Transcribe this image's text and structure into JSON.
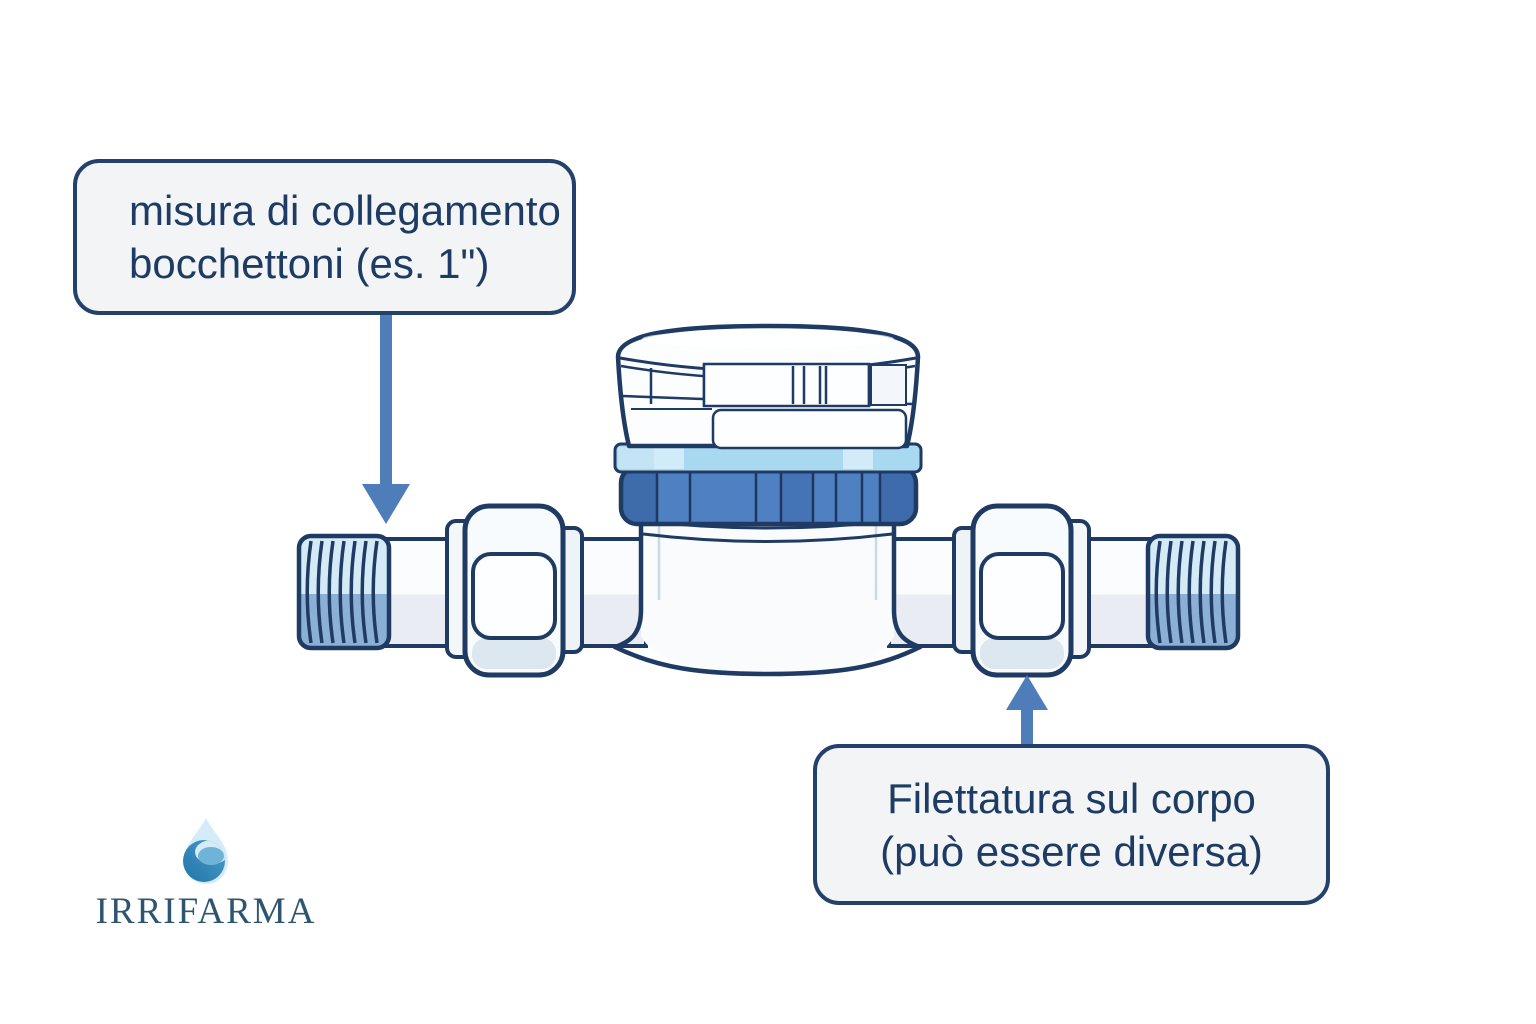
{
  "page": {
    "background": "#ffffff",
    "description": "water meter infographic with two callout labels"
  },
  "callouts": {
    "connection_size": {
      "line1": "misura di collegamento",
      "line2": "bocchettoni (es. 1\")"
    },
    "body_thread": {
      "line1": "Filettatura sul corpo",
      "line2": "(può essere diversa)"
    }
  },
  "logo": {
    "text": "IRRIFARMA",
    "icon": "water-drop-icon"
  },
  "illustration": {
    "subject": "water-meter",
    "parts": [
      "left-male-threaded-fitting",
      "left-pipe-tailpiece",
      "left-union-nut",
      "meter-body",
      "blue-coupling-ring",
      "register-cap",
      "right-union-nut",
      "right-pipe-tailpiece",
      "right-male-threaded-fitting"
    ],
    "annotations": [
      "down-arrow-icon",
      "up-arrow-icon"
    ]
  },
  "colors": {
    "outline_navy": "#1f3a63",
    "text_navy": "#1e3c63",
    "callout_background": "#f2f4f6",
    "callout_border": "#24416b",
    "arrow_blue": "#4e7db9",
    "ring_blue": "#4f80c1",
    "ring_blue_dark": "#3d6bab",
    "band_light_blue": "#a9d8f1",
    "thread_light": "#d4eaf7",
    "thread_shade": "#8cb0d5",
    "pipe_shade": "#e9edf3",
    "logo_text": "#2e5570",
    "drop_dark_blue": "#1f74a8",
    "drop_light_blue": "#d4ebf8"
  }
}
